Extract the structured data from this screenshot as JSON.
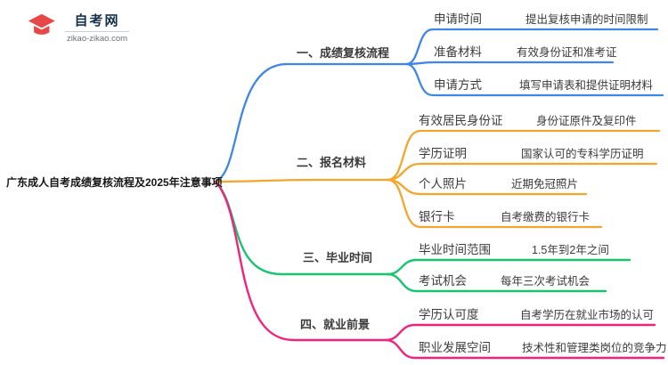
{
  "brand": {
    "site_name": "自考网",
    "site_url": "zikao-zikao.com",
    "logo_colors": {
      "crescent": "#1e73b8",
      "cap": "#e64848"
    }
  },
  "root": {
    "title": "广东成人自考成绩复核流程及2025年注意事项"
  },
  "branches": [
    {
      "label": "一、成绩复核流程",
      "color": "#3e86e8",
      "children": [
        {
          "label": "申请时间",
          "detail": "提出复核申请的时间限制"
        },
        {
          "label": "准备材料",
          "detail": "有效身份证和准考证"
        },
        {
          "label": "申请方式",
          "detail": "填写申请表和提供证明材料"
        }
      ]
    },
    {
      "label": "二、报名材料",
      "color": "#f5a52b",
      "children": [
        {
          "label": "有效居民身份证",
          "detail": "身份证原件及复印件"
        },
        {
          "label": "学历证明",
          "detail": "国家认可的专科学历证明"
        },
        {
          "label": "个人照片",
          "detail": "近期免冠照片"
        },
        {
          "label": "银行卡",
          "detail": "自考缴费的银行卡"
        }
      ]
    },
    {
      "label": "三、毕业时间",
      "color": "#17c56f",
      "children": [
        {
          "label": "毕业时间范围",
          "detail": "1.5年到2年之间"
        },
        {
          "label": "考试机会",
          "detail": "每年三次考试机会"
        }
      ]
    },
    {
      "label": "四、就业前景",
      "color": "#f1247d",
      "children": [
        {
          "label": "学历认可度",
          "detail": "自考学历在就业市场的认可"
        },
        {
          "label": "职业发展空间",
          "detail": "技术性和管理类岗位的竞争力"
        }
      ]
    }
  ]
}
